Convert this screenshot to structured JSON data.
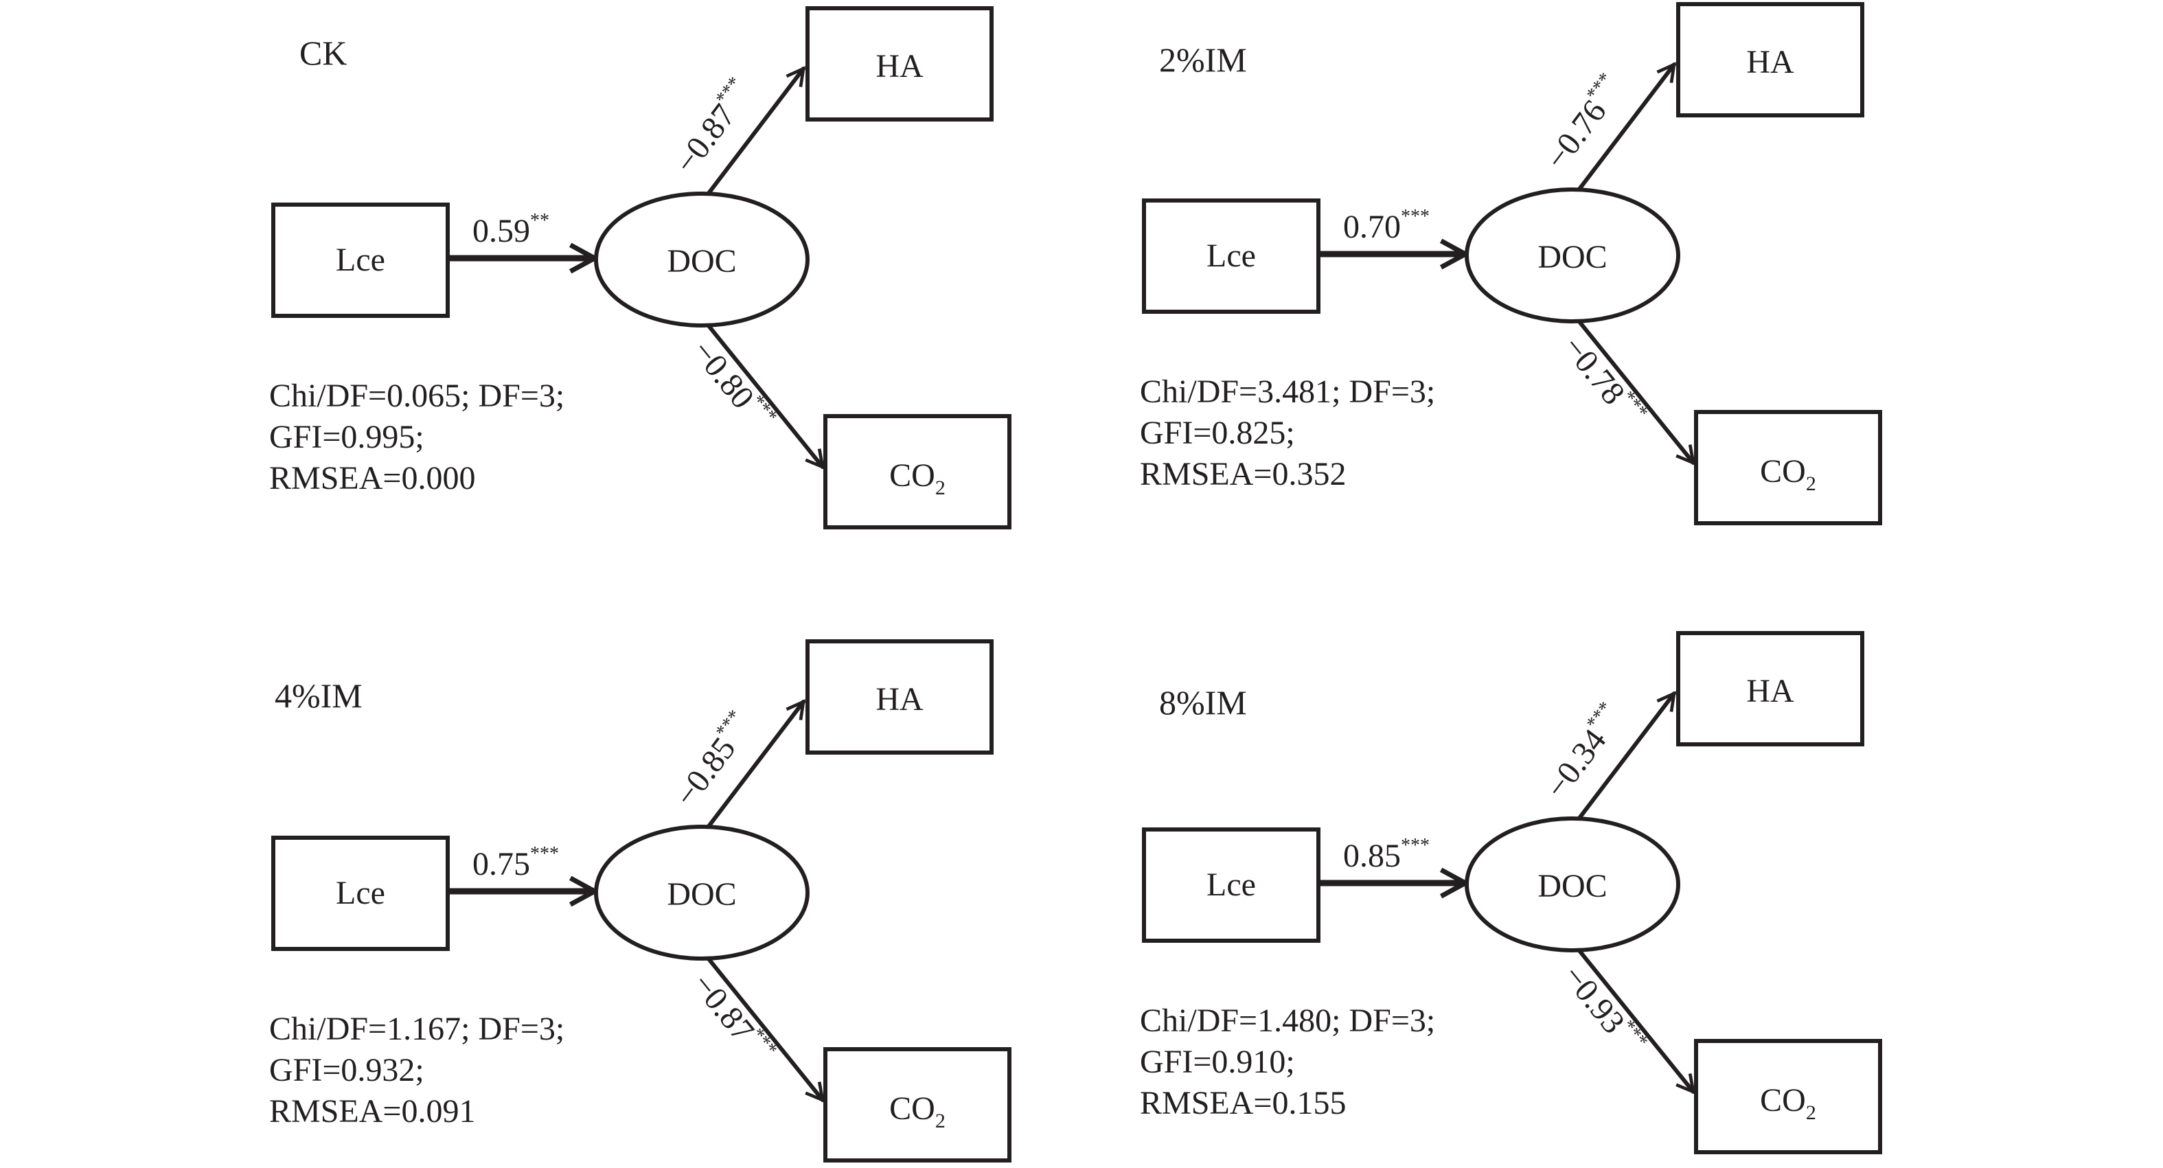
{
  "colors": {
    "ink": "#231f20",
    "background": "#ffffff"
  },
  "panels": [
    {
      "title": "CK",
      "nodes": {
        "lce": "Lce",
        "doc": "DOC",
        "ha": "HA",
        "co2": "CO",
        "co2_sub": "2"
      },
      "paths": {
        "lce_doc": {
          "value": "0.59",
          "sig": "**"
        },
        "doc_ha": {
          "value": "−0.87",
          "sig": "***"
        },
        "doc_co2": {
          "value": "−0.80",
          "sig": "***"
        }
      },
      "fit": [
        "Chi/DF=0.065; DF=3;",
        "GFI=0.995;",
        "RMSEA=0.000"
      ]
    },
    {
      "title": "2%IM",
      "nodes": {
        "lce": "Lce",
        "doc": "DOC",
        "ha": "HA",
        "co2": "CO",
        "co2_sub": "2"
      },
      "paths": {
        "lce_doc": {
          "value": "0.70",
          "sig": "***"
        },
        "doc_ha": {
          "value": "−0.76",
          "sig": "***"
        },
        "doc_co2": {
          "value": "−0.78",
          "sig": "***"
        }
      },
      "fit": [
        "Chi/DF=3.481; DF=3;",
        "GFI=0.825;",
        "RMSEA=0.352"
      ]
    },
    {
      "title": "4%IM",
      "nodes": {
        "lce": "Lce",
        "doc": "DOC",
        "ha": "HA",
        "co2": "CO",
        "co2_sub": "2"
      },
      "paths": {
        "lce_doc": {
          "value": "0.75",
          "sig": "***"
        },
        "doc_ha": {
          "value": "−0.85",
          "sig": "***"
        },
        "doc_co2": {
          "value": "−0.87",
          "sig": "***"
        }
      },
      "fit": [
        "Chi/DF=1.167; DF=3;",
        "GFI=0.932;",
        "RMSEA=0.091"
      ]
    },
    {
      "title": "8%IM",
      "nodes": {
        "lce": "Lce",
        "doc": "DOC",
        "ha": "HA",
        "co2": "CO",
        "co2_sub": "2"
      },
      "paths": {
        "lce_doc": {
          "value": "0.85",
          "sig": "***"
        },
        "doc_ha": {
          "value": "−0.34",
          "sig": "***"
        },
        "doc_co2": {
          "value": "−0.93",
          "sig": "***"
        }
      },
      "fit": [
        "Chi/DF=1.480; DF=3;",
        "GFI=0.910;",
        "RMSEA=0.155"
      ]
    }
  ]
}
